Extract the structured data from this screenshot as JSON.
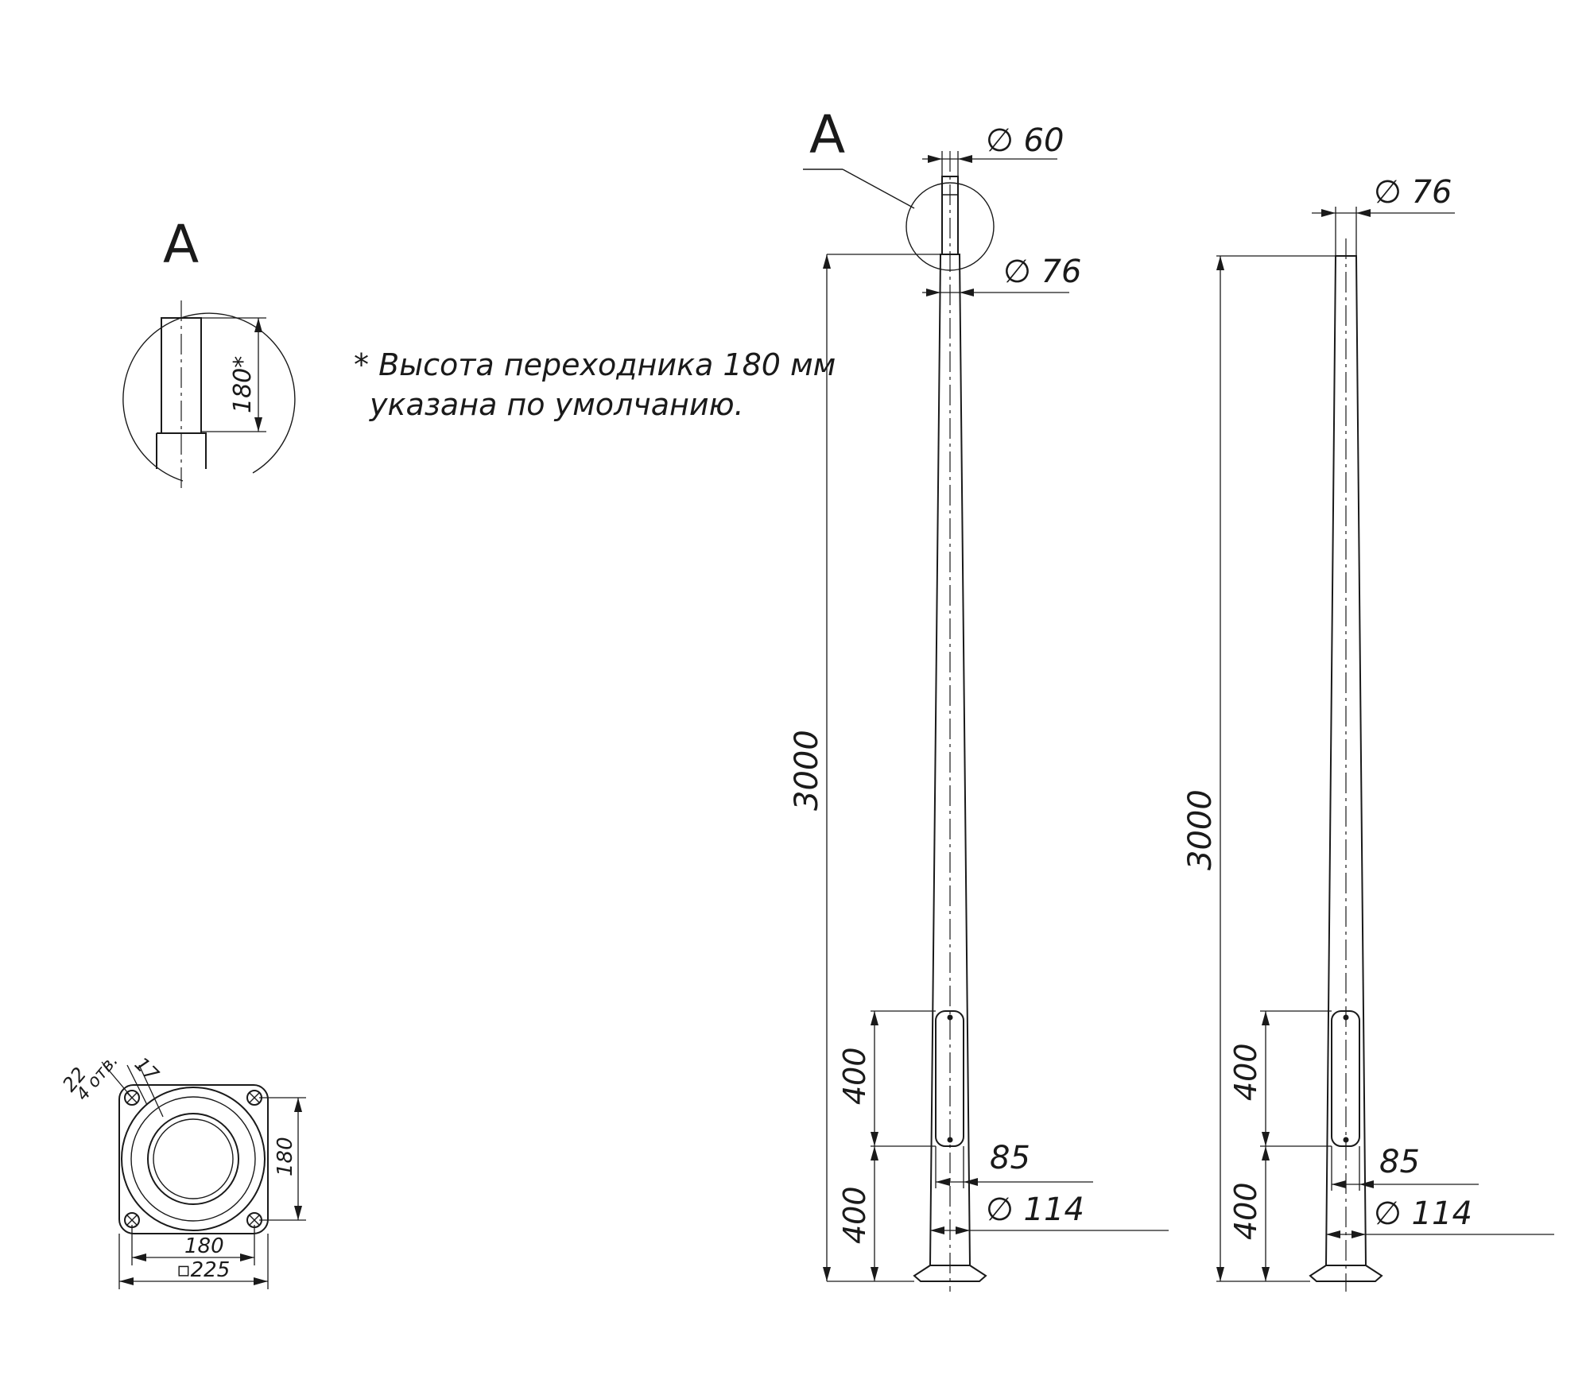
{
  "detail_view": {
    "label": "A",
    "adapter_height": "180*"
  },
  "note": {
    "line1": "* Высота переходника 180 мм",
    "line2": "указана по умолчанию."
  },
  "base_plate": {
    "holes_count": "4 отв.",
    "hole_diameter": "22",
    "hole_offset": "17",
    "hole_spacing_vertical": "180",
    "hole_spacing_horizontal": "180",
    "plate_size": "▫225"
  },
  "pole_with_adapter": {
    "detail_label": "A",
    "adapter_diameter": "∅ 60",
    "top_diameter": "∅ 76",
    "height": "3000",
    "hatch_height": "400",
    "hatch_offset": "400",
    "hatch_width": "85",
    "base_diameter": "∅ 114"
  },
  "pole_plain": {
    "top_diameter": "∅ 76",
    "height": "3000",
    "hatch_height": "400",
    "hatch_offset": "400",
    "hatch_width": "85",
    "base_diameter": "∅ 114"
  }
}
